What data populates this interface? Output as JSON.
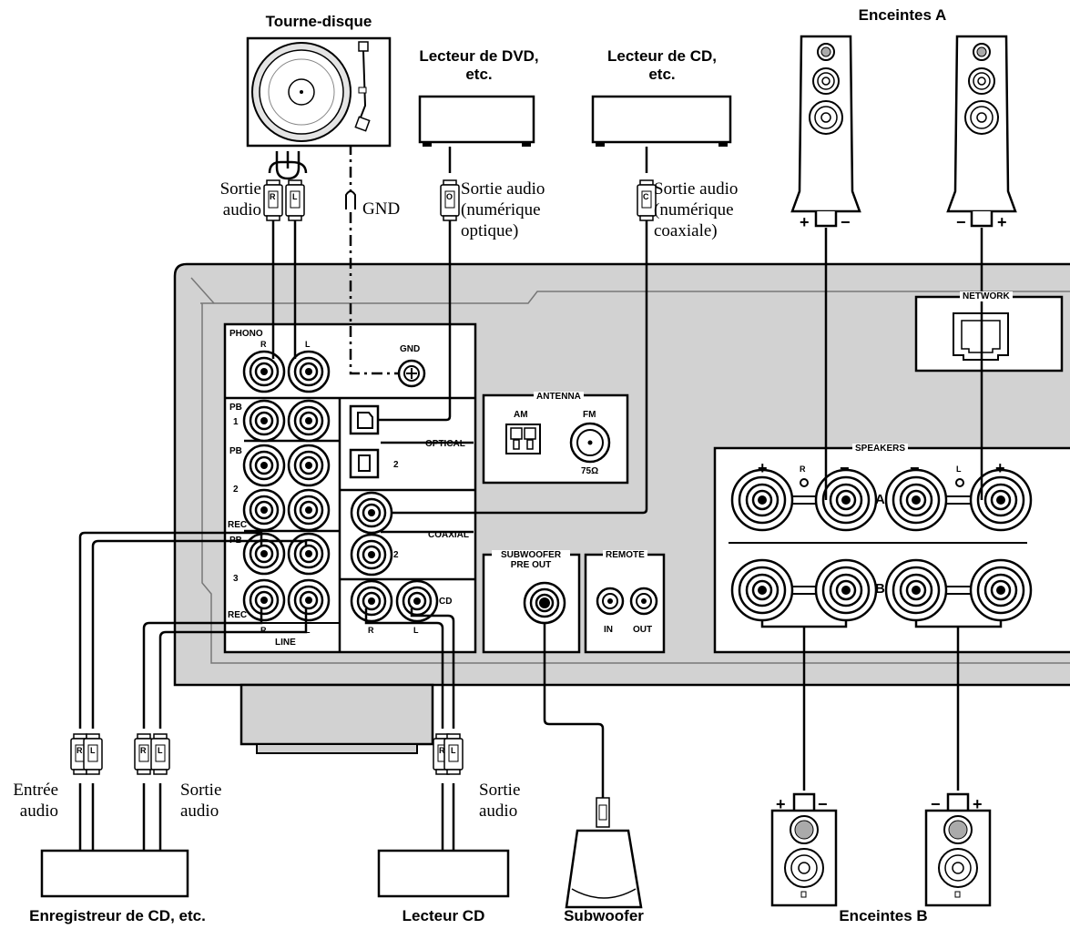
{
  "devices": {
    "turntable": "Tourne-disque",
    "dvd_player": "Lecteur de DVD,\netc.",
    "cd_player_top": "Lecteur de CD,\netc.",
    "speakers_a": "Enceintes A",
    "speakers_b": "Enceintes B",
    "cd_recorder": "Enregistreur de CD, etc.",
    "cd_player_bottom": "Lecteur CD",
    "subwoofer": "Subwoofer"
  },
  "cables": {
    "turntable_out": "Sortie\naudio",
    "gnd": "GND",
    "dvd_out": "Sortie audio\n(numérique\noptique)",
    "cd_out": "Sortie audio\n(numérique\ncoaxiale)",
    "recorder_in": "Entrée\naudio",
    "recorder_out": "Sortie\naudio",
    "cdplayer_out": "Sortie\naudio"
  },
  "plug_letters": {
    "right": "R",
    "left": "L",
    "optical": "O",
    "coaxial": "C"
  },
  "panel": {
    "phono": "PHONO",
    "gnd": "GND",
    "pb": "PB",
    "rec": "REC",
    "line": "LINE",
    "num1": "1",
    "num2": "2",
    "num3": "3",
    "optical": "OPTICAL",
    "coaxial": "COAXIAL",
    "cd": "CD",
    "antenna": "ANTENNA",
    "am": "AM",
    "fm": "FM",
    "ohm": "75Ω",
    "subwoofer": "SUBWOOFER\nPRE OUT",
    "remote": "REMOTE",
    "in": "IN",
    "out": "OUT",
    "network": "NETWORK",
    "speakers": "SPEAKERS",
    "row_a": "A",
    "row_b": "B",
    "ch_r": "R",
    "ch_l": "L"
  },
  "symbols": {
    "plus": "+",
    "minus": "−"
  }
}
